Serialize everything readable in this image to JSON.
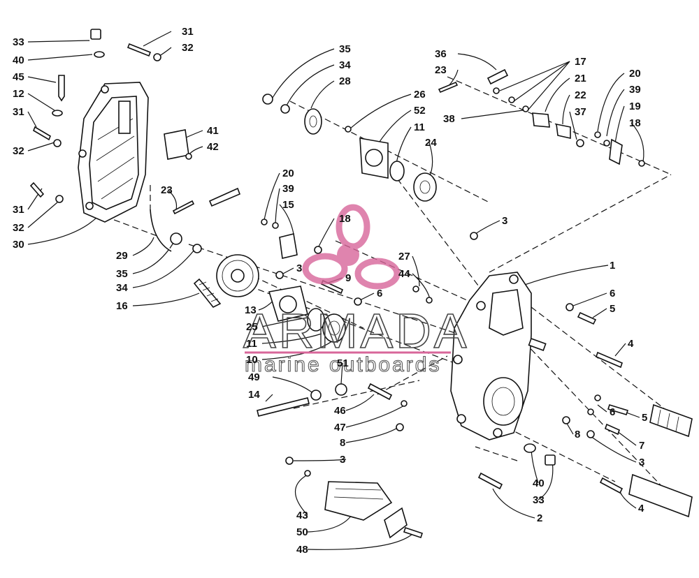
{
  "watermark": {
    "brand": "ARMADA",
    "tagline": "marine outboards",
    "accent_color": "#d8669a"
  },
  "callouts": [
    {
      "id": "c1",
      "label": "33"
    },
    {
      "id": "c2",
      "label": "40"
    },
    {
      "id": "c3",
      "label": "45"
    },
    {
      "id": "c4",
      "label": "12"
    },
    {
      "id": "c5",
      "label": "31"
    },
    {
      "id": "c6",
      "label": "32"
    },
    {
      "id": "c7",
      "label": "31"
    },
    {
      "id": "c8",
      "label": "32"
    },
    {
      "id": "c9",
      "label": "31"
    },
    {
      "id": "c10",
      "label": "32"
    },
    {
      "id": "c11",
      "label": "30"
    },
    {
      "id": "c12",
      "label": "41"
    },
    {
      "id": "c13",
      "label": "42"
    },
    {
      "id": "c14",
      "label": "23"
    },
    {
      "id": "c15",
      "label": "29"
    },
    {
      "id": "c16",
      "label": "35"
    },
    {
      "id": "c17",
      "label": "34"
    },
    {
      "id": "c18",
      "label": "16"
    },
    {
      "id": "c19",
      "label": "35"
    },
    {
      "id": "c20",
      "label": "34"
    },
    {
      "id": "c21",
      "label": "28"
    },
    {
      "id": "c22",
      "label": "20"
    },
    {
      "id": "c23",
      "label": "39"
    },
    {
      "id": "c24",
      "label": "15"
    },
    {
      "id": "c25",
      "label": "18"
    },
    {
      "id": "c26",
      "label": "3"
    },
    {
      "id": "c27",
      "label": "9"
    },
    {
      "id": "c28",
      "label": "6"
    },
    {
      "id": "c29",
      "label": "13"
    },
    {
      "id": "c30",
      "label": "25"
    },
    {
      "id": "c31",
      "label": "11"
    },
    {
      "id": "c32",
      "label": "10"
    },
    {
      "id": "c33",
      "label": "26"
    },
    {
      "id": "c34",
      "label": "52"
    },
    {
      "id": "c35",
      "label": "11"
    },
    {
      "id": "c36",
      "label": "24"
    },
    {
      "id": "c37",
      "label": "36"
    },
    {
      "id": "c38",
      "label": "23"
    },
    {
      "id": "c39",
      "label": "17"
    },
    {
      "id": "c40",
      "label": "21"
    },
    {
      "id": "c41",
      "label": "22"
    },
    {
      "id": "c42",
      "label": "38"
    },
    {
      "id": "c43",
      "label": "37"
    },
    {
      "id": "c44",
      "label": "20"
    },
    {
      "id": "c45",
      "label": "39"
    },
    {
      "id": "c46",
      "label": "19"
    },
    {
      "id": "c47",
      "label": "18"
    },
    {
      "id": "c48",
      "label": "3"
    },
    {
      "id": "c49",
      "label": "27"
    },
    {
      "id": "c50",
      "label": "44"
    },
    {
      "id": "c51",
      "label": "1"
    },
    {
      "id": "c52",
      "label": "6"
    },
    {
      "id": "c53",
      "label": "5"
    },
    {
      "id": "c54",
      "label": "4"
    },
    {
      "id": "c55",
      "label": "6"
    },
    {
      "id": "c56",
      "label": "5"
    },
    {
      "id": "c57",
      "label": "8"
    },
    {
      "id": "c58",
      "label": "7"
    },
    {
      "id": "c59",
      "label": "3"
    },
    {
      "id": "c60",
      "label": "51"
    },
    {
      "id": "c61",
      "label": "49"
    },
    {
      "id": "c62",
      "label": "14"
    },
    {
      "id": "c63",
      "label": "46"
    },
    {
      "id": "c64",
      "label": "47"
    },
    {
      "id": "c65",
      "label": "8"
    },
    {
      "id": "c66",
      "label": "3"
    },
    {
      "id": "c67",
      "label": "40"
    },
    {
      "id": "c68",
      "label": "33"
    },
    {
      "id": "c69",
      "label": "4"
    },
    {
      "id": "c70",
      "label": "2"
    },
    {
      "id": "c71",
      "label": "43"
    },
    {
      "id": "c72",
      "label": "50"
    },
    {
      "id": "c73",
      "label": "48"
    }
  ]
}
